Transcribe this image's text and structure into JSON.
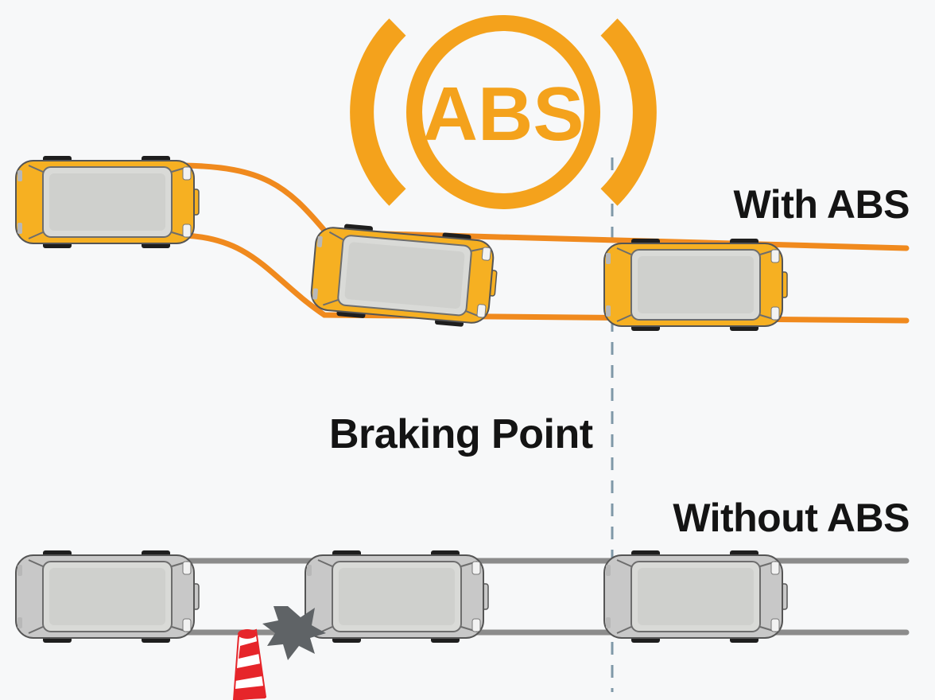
{
  "labels": {
    "with_abs": "With ABS",
    "without_abs": "Without ABS",
    "braking_point": "Braking Point"
  },
  "abs_icon": {
    "text": "ABS",
    "color": "#f4a21c"
  },
  "colors": {
    "with_abs_track": "#f08a1e",
    "car_with_abs_body": "#f6b022",
    "without_abs_track": "#8c8c8c",
    "car_without_abs_body": "#c8c8c8",
    "braking_line": "#7f98a8",
    "cone": "#e6252a"
  },
  "icons": [
    "abs-warning-icon",
    "traffic-cone-icon",
    "impact-burst-icon"
  ]
}
